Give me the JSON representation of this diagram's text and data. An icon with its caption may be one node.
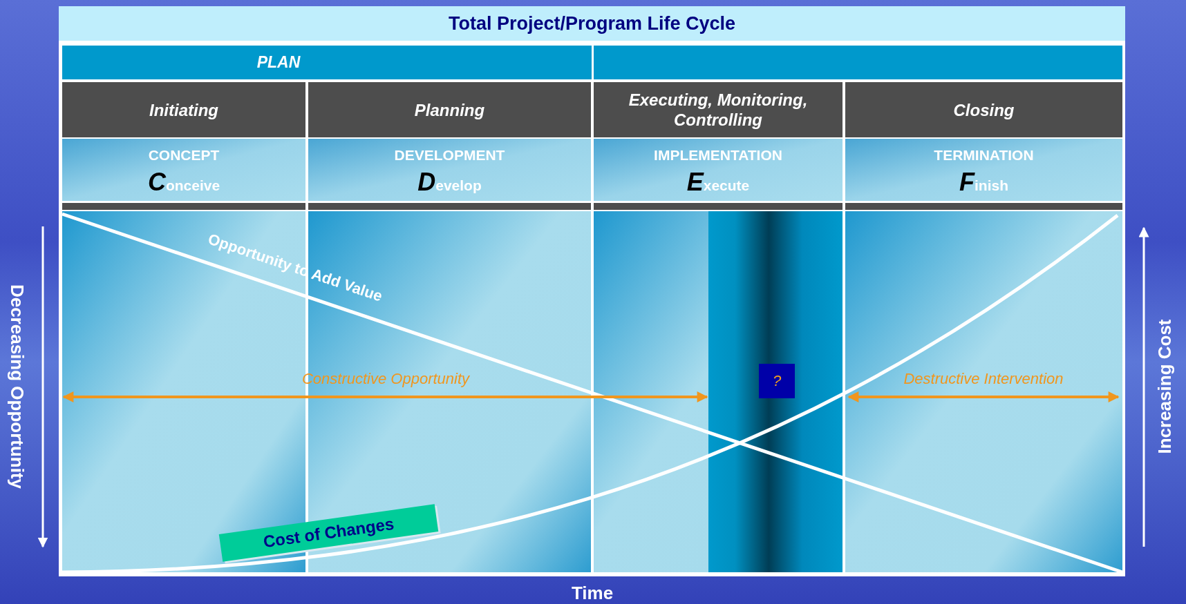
{
  "diagram": {
    "title": "Total Project/Program Life Cycle",
    "nodes": [
      {
        "text": [
          "PLAN"
        ]
      },
      {
        "text": [],
        "shape": "box"
      },
      {
        "text": [
          "Initiating"
        ]
      },
      {
        "text": [
          "Planning"
        ]
      },
      {
        "text": [
          "Executing, Monitoring, Controlling"
        ]
      },
      {
        "text": [
          "Closing"
        ]
      },
      {
        "text": [
          "CONCEPT",
          "Conceive"
        ]
      },
      {
        "text": [
          "DEVELOPMENT",
          "Develop"
        ]
      },
      {
        "text": [
          "IMPLEMENTATION",
          "Execute"
        ]
      },
      {
        "text": [
          "TERMINATION",
          "Finish"
        ]
      },
      {
        "text": [
          "?"
        ]
      },
      {
        "text": [
          "Cost of Changes"
        ]
      }
    ],
    "labels": [
      "Opportunity to Add Value",
      "Constructive Opportunity",
      "Destructive Intervention",
      "Decreasing Opportunity",
      "Increasing Cost",
      "Time"
    ]
  }
}
